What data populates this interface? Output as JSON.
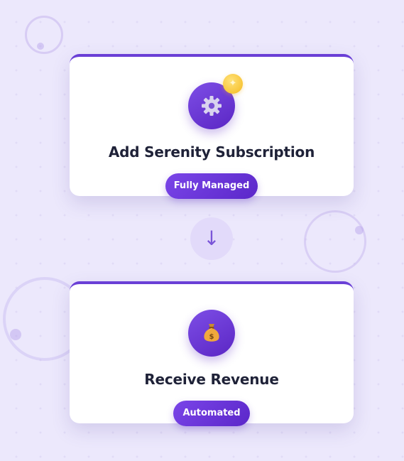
{
  "steps": [
    {
      "title": "Add Serenity Subscription",
      "badge": "Fully Managed",
      "icon": "gear-icon",
      "accent_icon": "sparkle-icon"
    },
    {
      "title": "Receive Revenue",
      "badge": "Automated",
      "icon": "money-bag-icon"
    }
  ],
  "connector": {
    "arrow": "↓",
    "icon": "arrow-down-icon"
  },
  "colors": {
    "background": "#ece8fc",
    "primary": "#6a3fd6",
    "primary_dark": "#5b26c4",
    "title_text": "#1f2238",
    "accent_yellow": "#f8c63a",
    "connector_bg": "#e2dafa"
  }
}
